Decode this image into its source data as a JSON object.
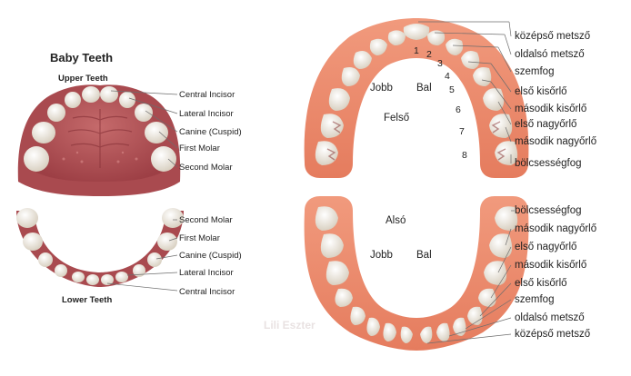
{
  "baby": {
    "title": "Baby Teeth",
    "upper_title": "Upper Teeth",
    "lower_title": "Lower Teeth",
    "upper_labels": [
      "Central Incisor",
      "Lateral Incisor",
      "Canine (Cuspid)",
      "First Molar",
      "Second Molar"
    ],
    "lower_labels": [
      "Second Molar",
      "First Molar",
      "Canine (Cuspid)",
      "Lateral Incisor",
      "Central Incisor"
    ]
  },
  "adult": {
    "upper_labels": [
      "középső metsző",
      "oldalsó metsző",
      "szemfog",
      "első kisőrlő",
      "második kisőrlő",
      "első nagyőrlő",
      "második nagyőrlő",
      "bölcsességfog"
    ],
    "lower_labels": [
      "bölcsességfog",
      "második nagyőrlő",
      "első nagyőrlő",
      "második kisőrlő",
      "első kisőrlő",
      "szemfog",
      "oldalsó metsző",
      "középső metsző"
    ],
    "numbers": [
      "1",
      "2",
      "3",
      "4",
      "5",
      "6",
      "7",
      "8"
    ],
    "upper_jobb": "Jobb",
    "upper_bal": "Bal",
    "upper_center": "Felső",
    "lower_center": "Alsó",
    "lower_jobb": "Jobb",
    "lower_bal": "Bal",
    "watermark": "Lili Eszter"
  },
  "colors": {
    "gum": "#ef8a6c",
    "gum_dark": "#d9694b",
    "palate": "#b8585a",
    "baby_gum": "#a94a4f",
    "tooth": "#fbf7ee",
    "tooth_shade": "#d8cfbf"
  }
}
